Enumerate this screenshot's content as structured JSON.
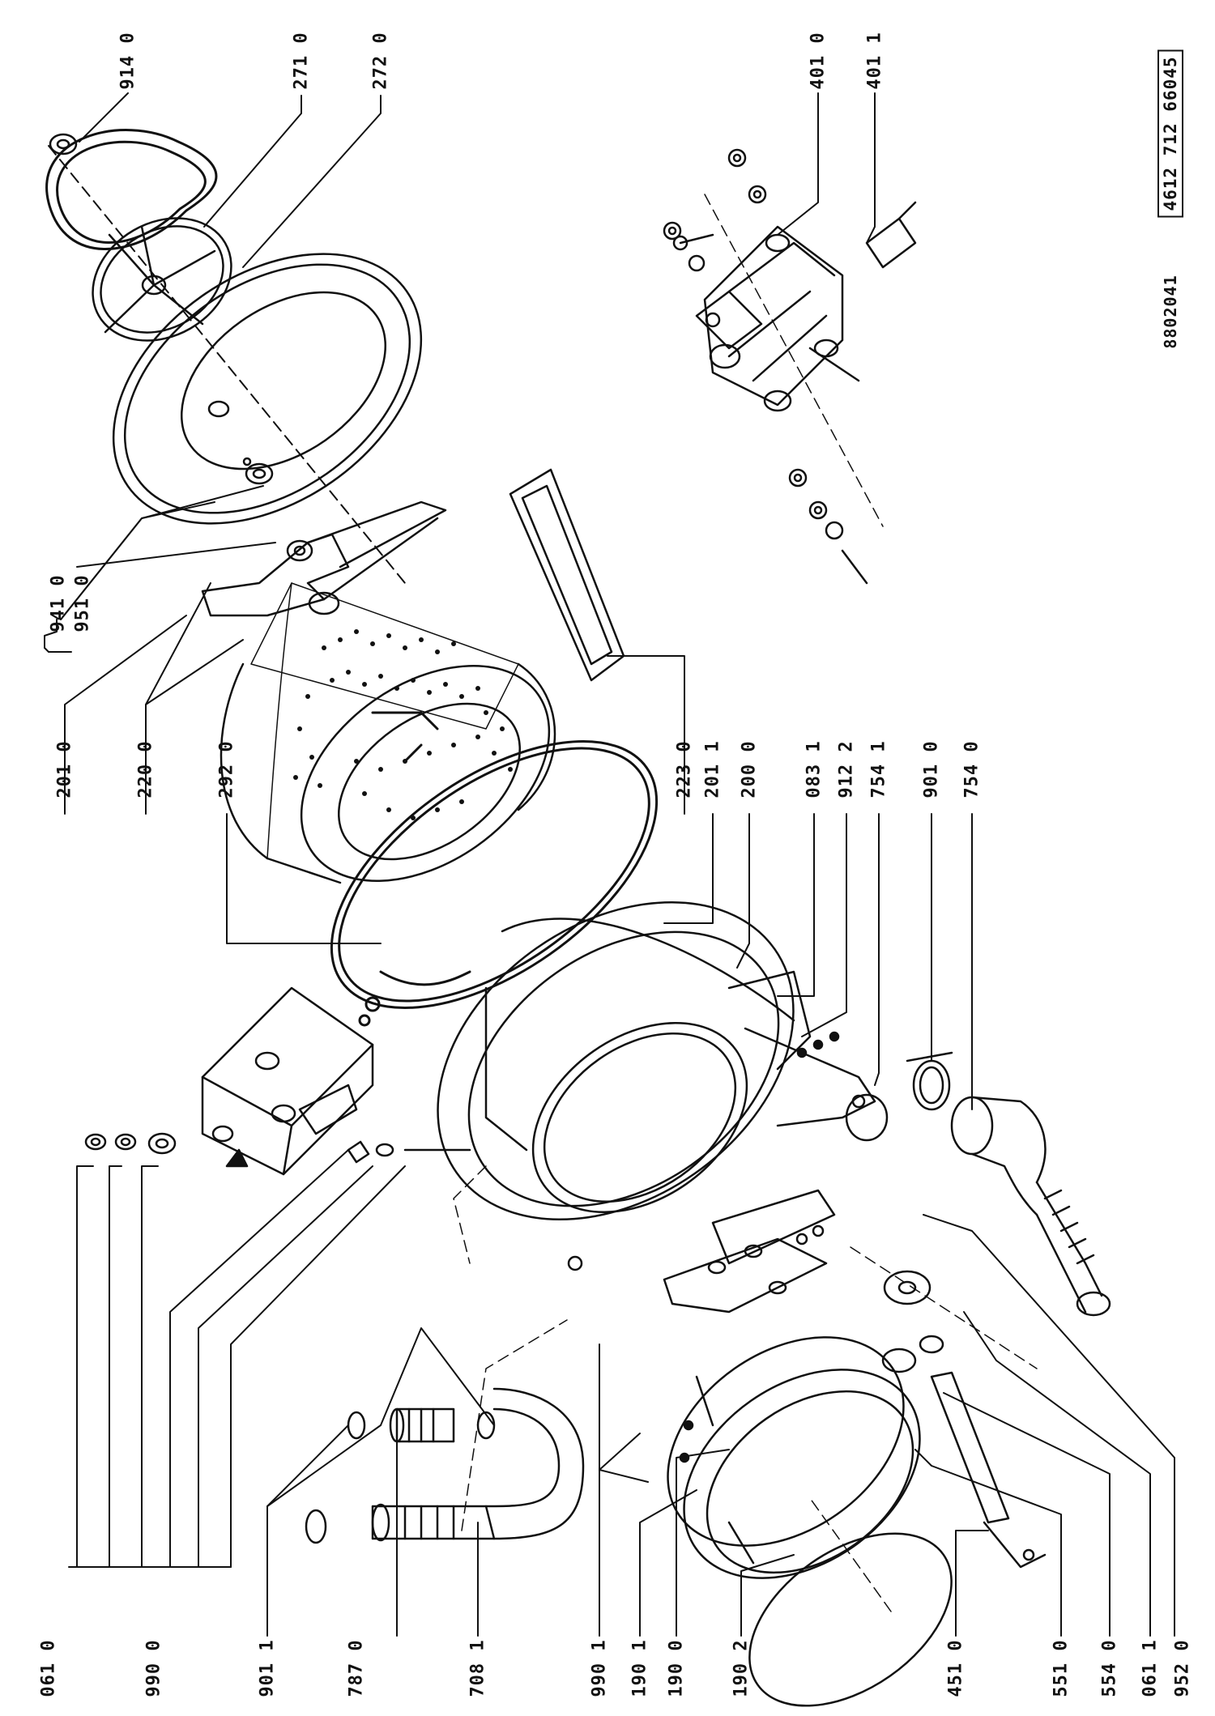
{
  "document_code": "4612 712 66045",
  "drawing_number": "8802041",
  "callouts": [
    "914 0",
    "271 0",
    "272 0",
    "401 0",
    "401 1",
    "941 0",
    "951 0",
    "201 0",
    "220 0",
    "292 0",
    "223 0",
    "201 1",
    "200 0",
    "083 1",
    "912 2",
    "754 1",
    "901 0",
    "754 0",
    "061 0",
    "990 0",
    "901 1",
    "787 0",
    "708 1",
    "990 1",
    "190 1",
    "190 0",
    "190 2",
    "451 0",
    "551 0",
    "554 0",
    "061 1",
    "952 0"
  ]
}
